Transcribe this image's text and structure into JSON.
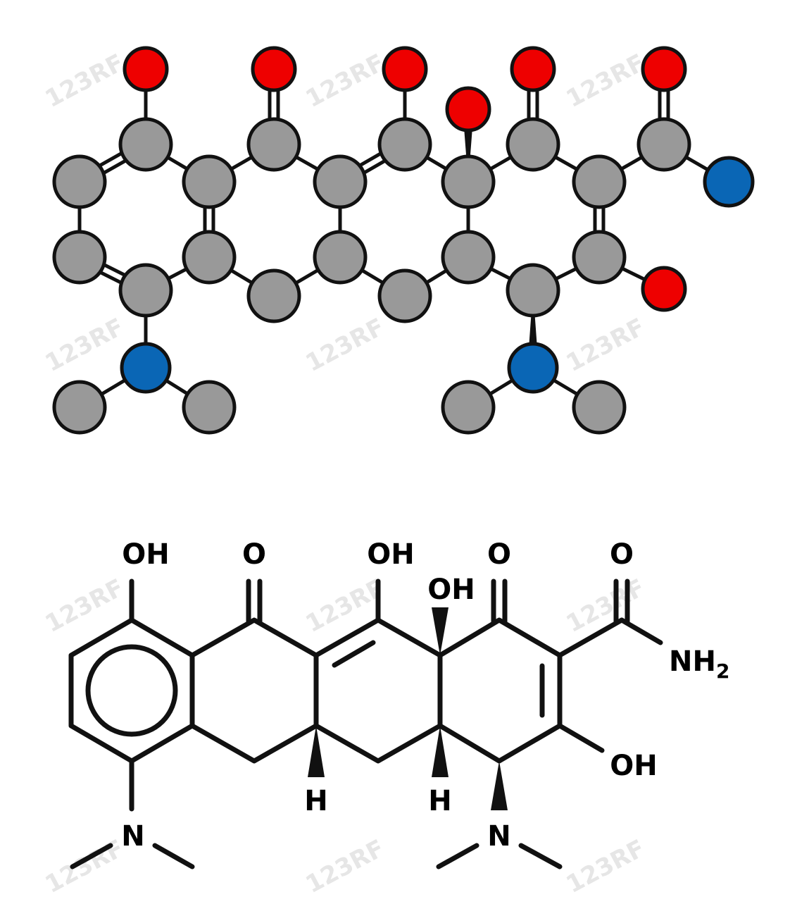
{
  "watermark": "123RF",
  "colors": {
    "carbon": "#999999",
    "oxygen": "#ee0000",
    "nitrogen": "#0a66b5",
    "bond": "#111111",
    "background": "#ffffff"
  },
  "ball_and_stick": {
    "atoms": [
      {
        "id": "o1",
        "element": "O"
      },
      {
        "id": "o2",
        "element": "O"
      },
      {
        "id": "o3",
        "element": "O"
      },
      {
        "id": "o4",
        "element": "O"
      },
      {
        "id": "o5",
        "element": "O"
      },
      {
        "id": "o6",
        "element": "O"
      },
      {
        "id": "o7",
        "element": "O"
      },
      {
        "id": "c1",
        "element": "C"
      },
      {
        "id": "c2",
        "element": "C"
      },
      {
        "id": "c3",
        "element": "C"
      },
      {
        "id": "c4",
        "element": "C"
      },
      {
        "id": "c5",
        "element": "C"
      },
      {
        "id": "c6",
        "element": "C"
      },
      {
        "id": "c7",
        "element": "C"
      },
      {
        "id": "c8",
        "element": "C"
      },
      {
        "id": "c9",
        "element": "C"
      },
      {
        "id": "c10",
        "element": "C"
      },
      {
        "id": "c11",
        "element": "C"
      },
      {
        "id": "c12",
        "element": "C"
      },
      {
        "id": "c13",
        "element": "C"
      },
      {
        "id": "c14",
        "element": "C"
      },
      {
        "id": "c15",
        "element": "C"
      },
      {
        "id": "c16",
        "element": "C"
      },
      {
        "id": "c17",
        "element": "C"
      },
      {
        "id": "c18",
        "element": "C"
      },
      {
        "id": "c19",
        "element": "C"
      },
      {
        "id": "c20",
        "element": "C"
      },
      {
        "id": "c21",
        "element": "C"
      },
      {
        "id": "c22",
        "element": "C"
      },
      {
        "id": "c23",
        "element": "C"
      },
      {
        "id": "n1",
        "element": "N"
      },
      {
        "id": "n2",
        "element": "N"
      },
      {
        "id": "n3",
        "element": "N"
      }
    ]
  },
  "skeletal": {
    "labels": {
      "oh_1": "OH",
      "o_1": "O",
      "oh_2": "OH",
      "oh_3": "OH",
      "o_2": "O",
      "o_3": "O",
      "nh2": "NH",
      "nh2_sub": "2",
      "oh_4": "OH",
      "h_1": "H",
      "h_2": "H",
      "n_1": "N",
      "n_2": "N"
    }
  }
}
